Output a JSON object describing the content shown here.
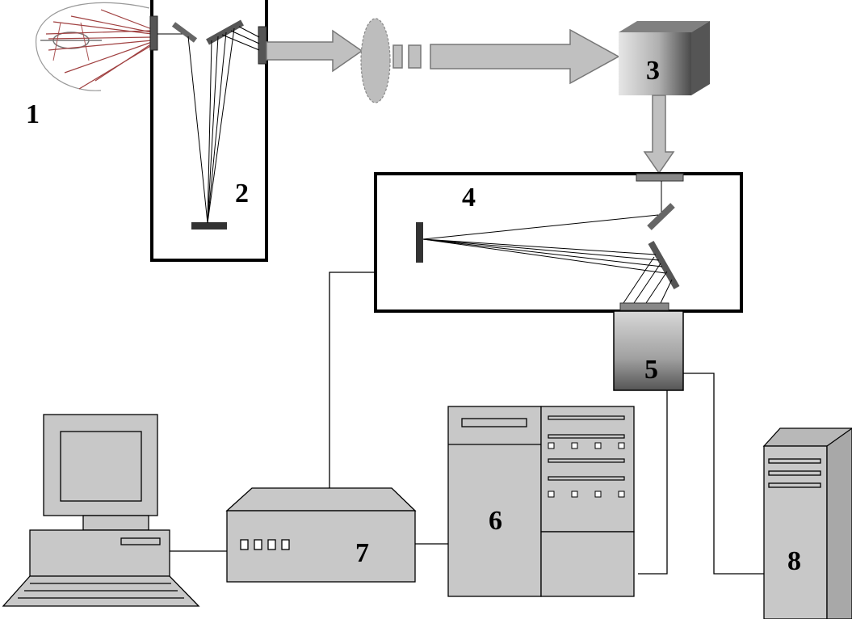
{
  "labels": {
    "lamp": "1",
    "monochromator": "2",
    "sample": "3",
    "spectrometer": "4",
    "detector": "5",
    "electronics_rack": "6",
    "controller": "7",
    "server": "8"
  },
  "colors": {
    "line": "#000000",
    "mirror": "#666666",
    "dark_mirror": "#333333",
    "beam_fill": "#c0c0c0",
    "device_fill": "#c8c8c8",
    "cube_front_light": "#e0e0e0",
    "cube_front_dark": "#555555",
    "lamp_rays": "#a04040"
  }
}
